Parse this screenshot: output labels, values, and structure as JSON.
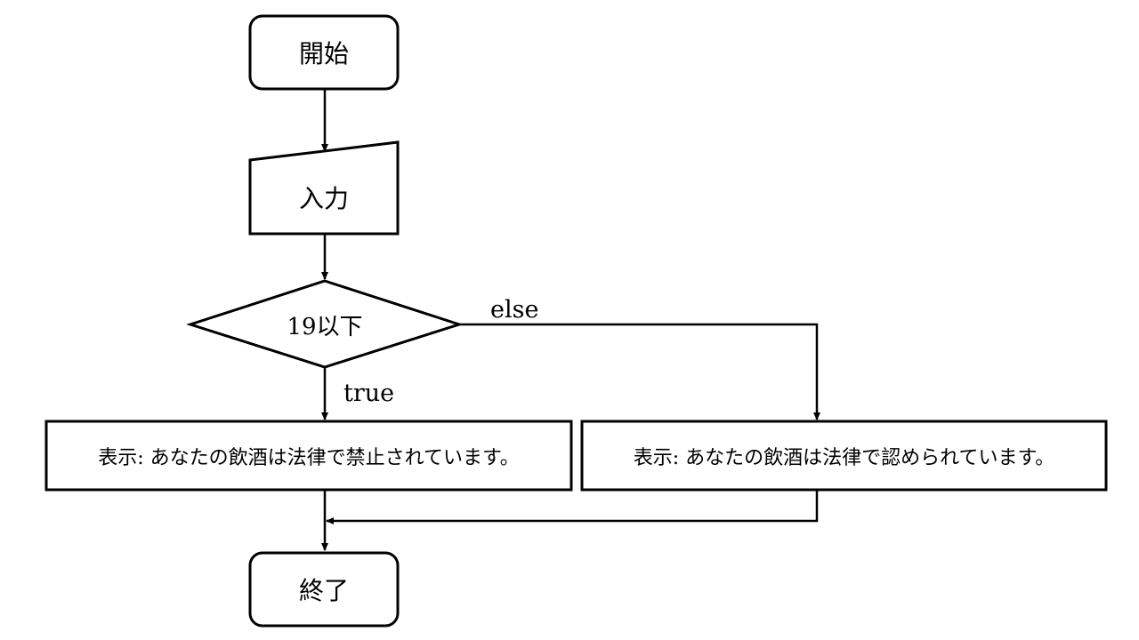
{
  "nodes": {
    "start": "開始",
    "input": "入力",
    "decision": "19以下",
    "output_true": "表示: あなたの飲酒は法律で禁止されています。",
    "output_false": "表示: あなたの飲酒は法律で認められています。",
    "end": "終了"
  },
  "edges": {
    "true_label": "true",
    "else_label": "else"
  },
  "colors": {
    "stroke": "#000000",
    "fill": "#ffffff"
  }
}
